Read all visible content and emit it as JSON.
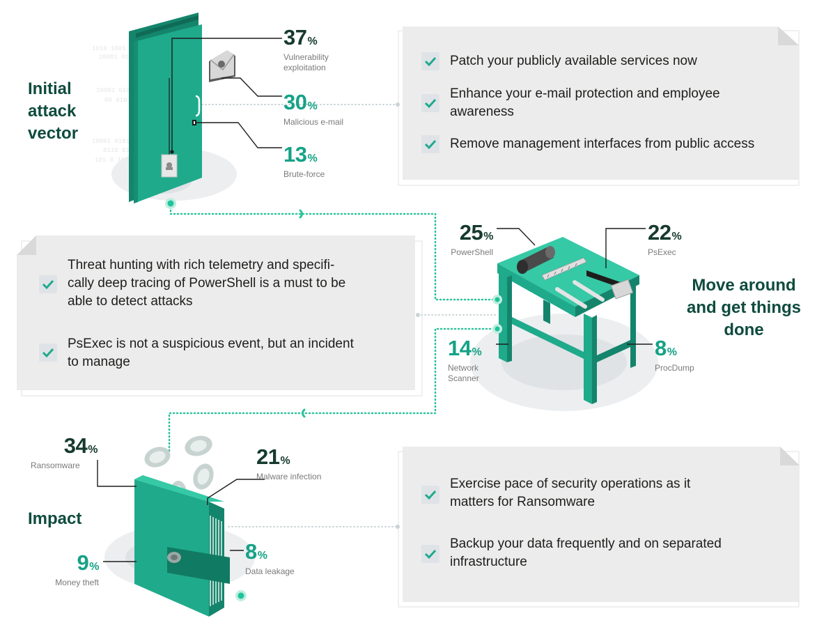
{
  "sections": {
    "initial": {
      "title": "Initial attack vector",
      "title_lines": [
        "Initial",
        "attack",
        "vector"
      ]
    },
    "move": {
      "title": "Move around and get things done",
      "title_lines": [
        "Move around",
        "and get things",
        "done"
      ]
    },
    "impact": {
      "title": "Impact"
    }
  },
  "stats": {
    "initial": [
      {
        "value": "37",
        "unit": "%",
        "label_lines": [
          "Vulnerability",
          "exploitation"
        ]
      },
      {
        "value": "30",
        "unit": "%",
        "label_lines": [
          "Malicious e-mail"
        ]
      },
      {
        "value": "13",
        "unit": "%",
        "label_lines": [
          "Brute-force"
        ]
      }
    ],
    "move": [
      {
        "value": "25",
        "unit": "%",
        "label_lines": [
          "PowerShell"
        ]
      },
      {
        "value": "22",
        "unit": "%",
        "label_lines": [
          "PsExec"
        ]
      },
      {
        "value": "14",
        "unit": "%",
        "label_lines": [
          "Network",
          "Scanner"
        ]
      },
      {
        "value": "8",
        "unit": "%",
        "label_lines": [
          "ProcDump"
        ]
      }
    ],
    "impact": [
      {
        "value": "34",
        "unit": "%",
        "label_lines": [
          "Ransomware"
        ]
      },
      {
        "value": "21",
        "unit": "%",
        "label_lines": [
          "Malware infection"
        ]
      },
      {
        "value": "9",
        "unit": "%",
        "label_lines": [
          "Money theft"
        ]
      },
      {
        "value": "8",
        "unit": "%",
        "label_lines": [
          "Data leakage"
        ]
      }
    ]
  },
  "recommendations": {
    "initial": [
      {
        "lines": [
          "Patch your publicly available services now"
        ]
      },
      {
        "lines": [
          "Enhance your e-mail protection and employee",
          "awareness"
        ]
      },
      {
        "lines": [
          "Remove management interfaces from public access"
        ]
      }
    ],
    "move": [
      {
        "lines": [
          "Threat hunting with rich telemetry and specifi-",
          "cally deep tracing of PowerShell is a must to be",
          "able to detect attacks"
        ]
      },
      {
        "lines": [
          "PsExec is not a suspicious event, but an incident",
          "to manage"
        ]
      }
    ],
    "impact": [
      {
        "lines": [
          "Exercise pace of security operations as it",
          "matters for Ransomware"
        ]
      },
      {
        "lines": [
          "Backup your data frequently and on separated",
          "infrastructure"
        ]
      }
    ]
  },
  "colors": {
    "teal": "#1faa8c",
    "teal_dark": "#117a63",
    "teal_light": "#35c9a6",
    "card_gray": "#ececec",
    "check_bg": "#dfe3e7",
    "text_dark": "#163a2f"
  },
  "icons": [
    "door-icon",
    "envelope-icon",
    "padlock-icon",
    "workbench-icon",
    "wrench-icon",
    "ruler-icon",
    "flashlight-icon",
    "wallet-icon",
    "coin-icon",
    "checkmark-icon"
  ]
}
